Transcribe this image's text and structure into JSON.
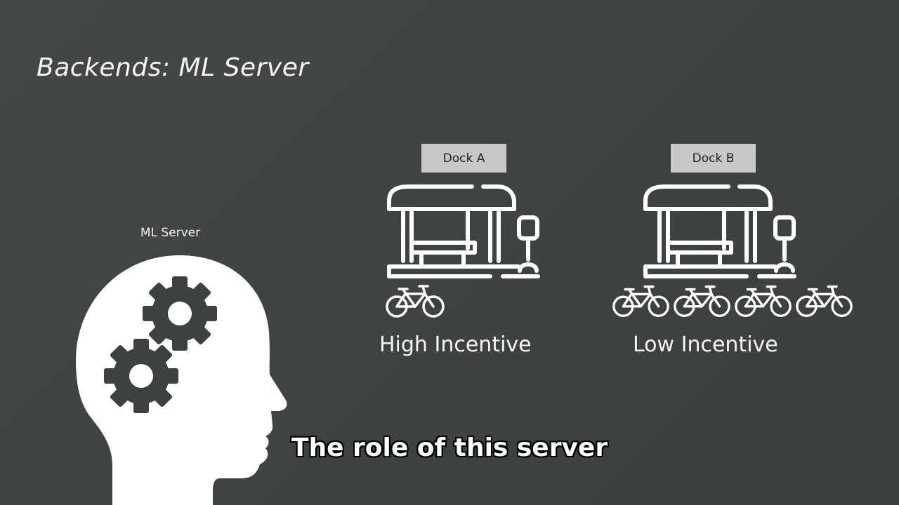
{
  "slide": {
    "title": "Backends: ML Server",
    "server_label": "ML Server",
    "caption": "The role of this server"
  },
  "docks": [
    {
      "label": "Dock A",
      "bikes": 1,
      "incentive": "High Incentive"
    },
    {
      "label": "Dock B",
      "bikes": 4,
      "incentive": "Low Incentive"
    }
  ],
  "icons": {
    "head": "head-with-gears-icon",
    "shelter": "bus-shelter-icon",
    "bike": "bicycle-icon"
  },
  "colors": {
    "background": "#3d423f",
    "foreground": "#ffffff",
    "label_box": "#c8c8c8"
  }
}
